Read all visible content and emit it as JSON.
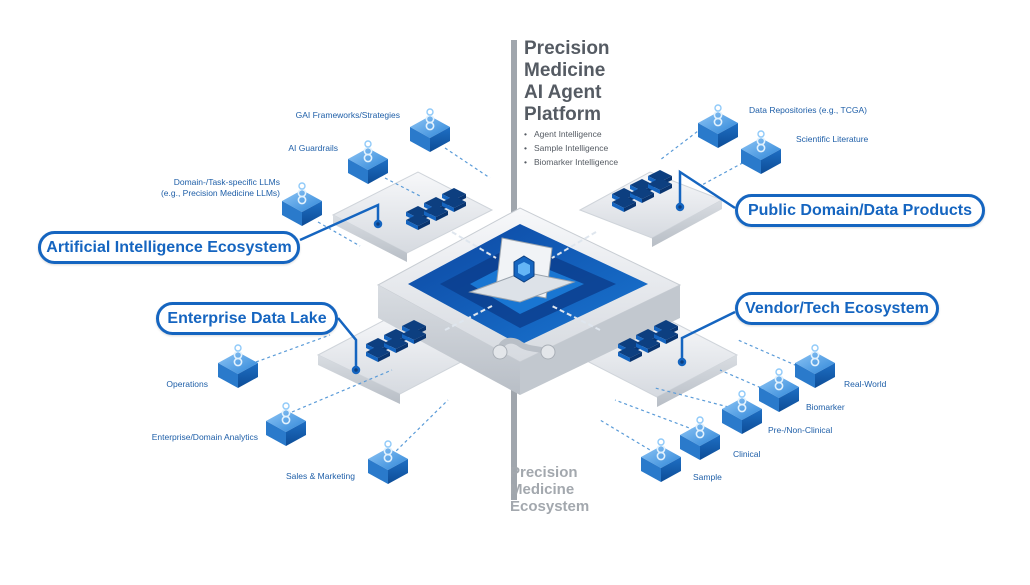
{
  "platform": {
    "title_lines": [
      "Precision",
      "Medicine",
      "AI Agent",
      "Platform"
    ],
    "bullets": [
      "Agent Intelligence",
      "Sample Intelligence",
      "Biomarker Intelligence"
    ]
  },
  "ecosystem_title_lines": [
    "Precision",
    "Medicine",
    "Ecosystem"
  ],
  "callouts": {
    "ai": "Artificial Intelligence Ecosystem",
    "public": "Public Domain/Data Products",
    "enterprise": "Enterprise Data Lake",
    "vendor": "Vendor/Tech Ecosystem"
  },
  "ai_sources": {
    "gai": "GAI Frameworks/Strategies",
    "guardrails": "AI Guardrails",
    "llm_line1": "Domain-/Task-specific LLMs",
    "llm_line2": "(e.g., Precision Medicine LLMs)"
  },
  "public_sources": {
    "repos": "Data Repositories (e.g., TCGA)",
    "literature": "Scientific Literature"
  },
  "enterprise_sources": {
    "operations": "Operations",
    "analytics": "Enterprise/Domain Analytics",
    "sales": "Sales & Marketing"
  },
  "vendor_sources": {
    "realworld": "Real-World",
    "biomarker": "Biomarker",
    "preclinical": "Pre-/Non-Clinical",
    "clinical": "Clinical",
    "sample": "Sample"
  },
  "colors": {
    "brand_blue": "#1565c0",
    "platform_text": "#555b63",
    "ecosystem_text": "#a3a8ae"
  }
}
